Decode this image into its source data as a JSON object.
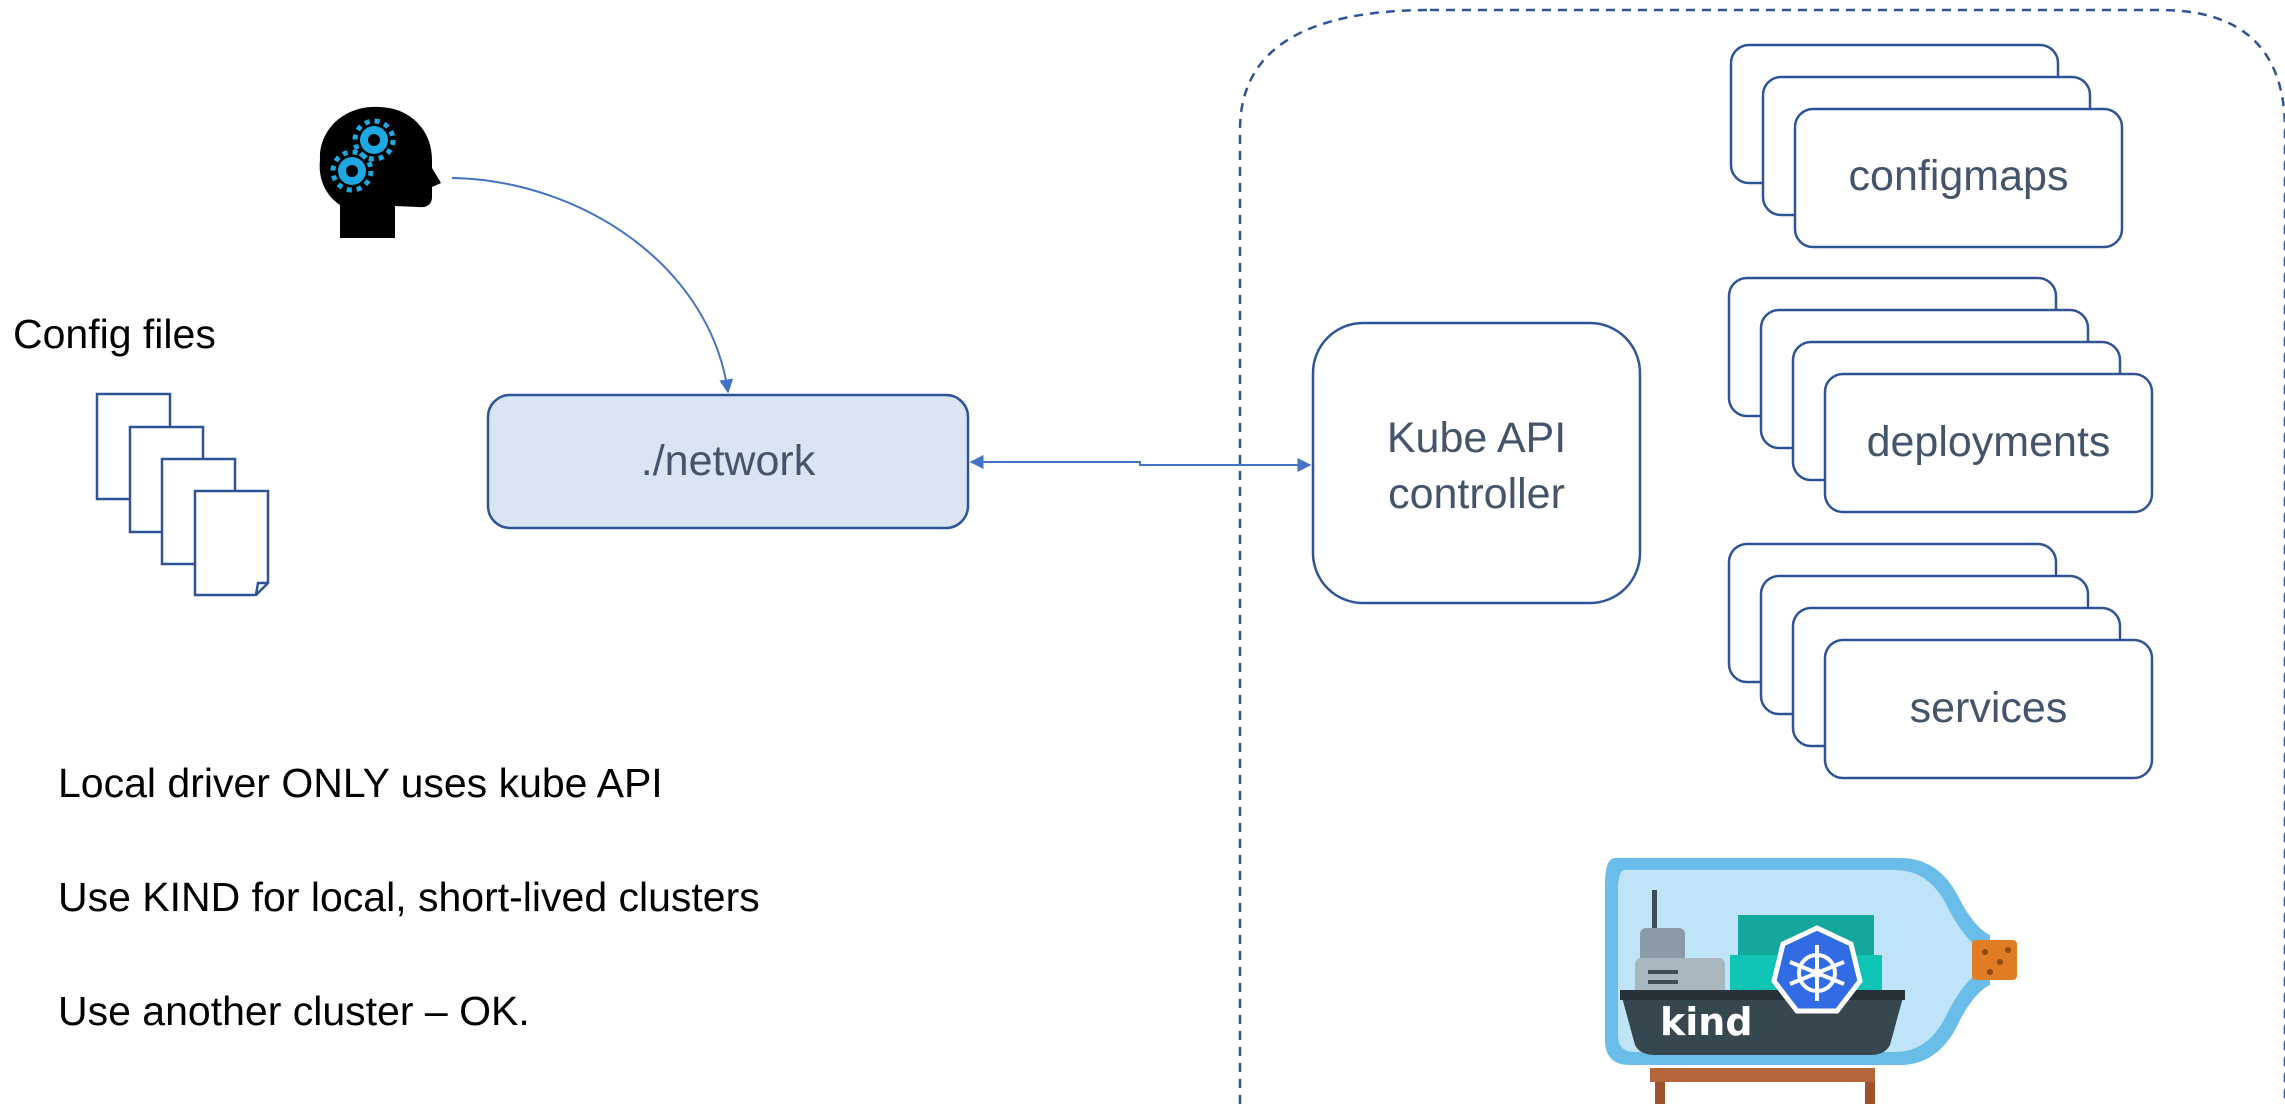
{
  "config_files_label": "Config files",
  "network_label": "./network",
  "kube_api_label": "Kube API controller",
  "resources": {
    "configmaps": "configmaps",
    "deployments": "deployments",
    "services": "services"
  },
  "kind_logo_text": "kind",
  "notes": [
    "Local driver ONLY uses kube API",
    "Use KIND for local, short-lived clusters",
    "Use another cluster – OK."
  ],
  "colors": {
    "outline": "#2f5496",
    "arrow": "#4472c4",
    "network_fill": "#dae5f4",
    "label_text": "#44546a",
    "gear": "#1ea7e1"
  },
  "icons": [
    "thinking-head-icon",
    "documents-icon",
    "kind-bottle-logo"
  ]
}
